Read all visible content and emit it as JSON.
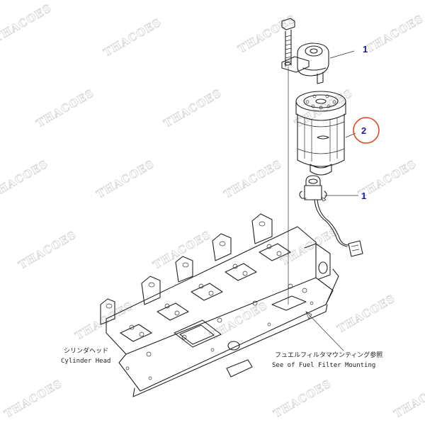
{
  "watermark": {
    "text": "THACOES"
  },
  "callouts": [
    {
      "id": "fuel-filter-head",
      "number": "1"
    },
    {
      "id": "fuel-filter-cartridge",
      "number": "2",
      "highlighted": true,
      "highlight_color": "#e2481f"
    },
    {
      "id": "fuel-sensor",
      "number": "1"
    }
  ],
  "labels": {
    "cylinder_head_jp": "シリンダヘッド",
    "cylinder_head_en": "Cylinder Head",
    "fuel_filter_mounting_jp": "フュエルフィルタマウンティング参照",
    "fuel_filter_mounting_en": "See of Fuel Filter Mounting"
  },
  "colors": {
    "callout_number": "#1a1aa6",
    "highlight_ring": "#e2481f",
    "line_art": "#222222",
    "watermark": "#d9d9d9"
  }
}
